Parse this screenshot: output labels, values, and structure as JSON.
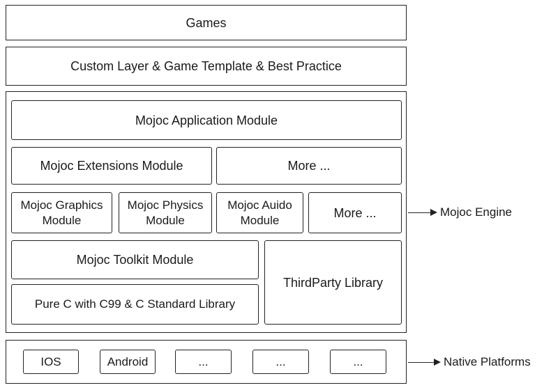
{
  "layers": {
    "games": "Games",
    "custom": "Custom Layer & Game Template & Best Practice"
  },
  "engine": {
    "label": "Mojoc Engine",
    "application": "Mojoc Application Module",
    "extensions": "Mojoc Extensions Module",
    "more_top": "More ...",
    "graphics": [
      "Mojoc Graphics",
      "Module"
    ],
    "physics": [
      "Mojoc Physics",
      "Module"
    ],
    "audio": [
      "Mojoc Auido",
      "Module"
    ],
    "more_mid": "More ...",
    "toolkit": "Mojoc Toolkit Module",
    "purec": "Pure C with C99 & C Standard Library",
    "thirdparty": "ThirdParty Library"
  },
  "platforms": {
    "label": "Native Platforms",
    "items": [
      "IOS",
      "Android",
      "...",
      "...",
      "..."
    ]
  }
}
